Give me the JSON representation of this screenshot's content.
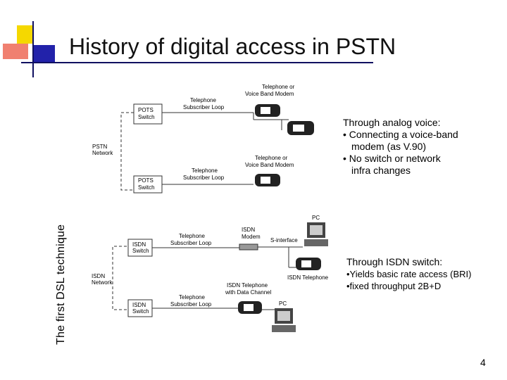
{
  "slide": {
    "title": "History of digital access in PSTN",
    "side_label": "The first DSL technique",
    "page_number": "4"
  },
  "colors": {
    "accent_yellow": "#f5d800",
    "accent_blue": "#1a1aa0",
    "accent_red": "#e23a2a",
    "accent_line": "#101060"
  },
  "pstn": {
    "top_switch": [
      "POTS",
      "Switch"
    ],
    "bottom_switch": [
      "POTS",
      "Switch"
    ],
    "network": [
      "PSTN",
      "Network"
    ],
    "loop_top": [
      "Telephone",
      "Subscriber Loop"
    ],
    "loop_bottom": [
      "Telephone",
      "Subscriber Loop"
    ],
    "device_top": [
      "Telephone or",
      "Voice Band Modem"
    ],
    "device_bottom": [
      "Telephone or",
      "Voice Band Modem"
    ]
  },
  "isdn": {
    "top_switch": [
      "ISDN",
      "Switch"
    ],
    "bottom_switch": [
      "ISDN",
      "Switch"
    ],
    "network": [
      "ISDN",
      "Network"
    ],
    "loop_top": [
      "Telephone",
      "Subscriber Loop"
    ],
    "loop_bottom": [
      "Telephone",
      "Subscriber Loop"
    ],
    "modem": [
      "ISDN",
      "Modem"
    ],
    "s_interface": "S-interface",
    "pc_top": "PC",
    "pc_bottom": "PC",
    "isdn_telephone": "ISDN Telephone",
    "isdn_tel_data": [
      "ISDN Telephone",
      "with Data Channel"
    ]
  },
  "notes": {
    "analog": {
      "heading": "Through analog voice:",
      "lines": [
        "• Connecting a voice-band",
        "modem (as V.90)",
        "• No switch or network",
        "infra changes"
      ]
    },
    "isdn": {
      "heading": "Through ISDN switch:",
      "lines": [
        "•Yields basic rate access (BRI)",
        "•fixed throughput 2B+D"
      ]
    }
  }
}
